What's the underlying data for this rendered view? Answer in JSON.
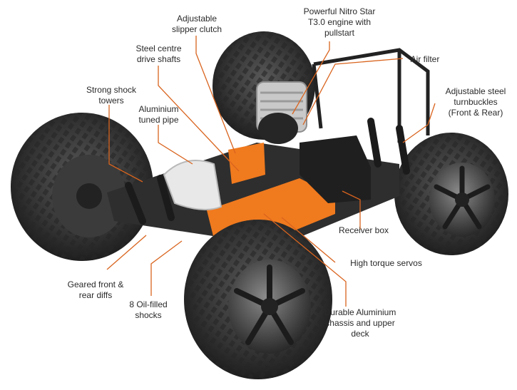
{
  "colors": {
    "leader": "#d9641e",
    "accent_orange": "#f07a1e",
    "tire": "#3a3a3a",
    "body_dark": "#2b2b2b",
    "aluminium": "#c9c9c9"
  },
  "labels": {
    "slipper_clutch": "Adjustable\nslipper clutch",
    "nitro_engine": "Powerful Nitro Star\nT3.0 engine with\npullstart",
    "drive_shafts": "Steel centre\ndrive shafts",
    "air_filter": "Air filter",
    "shock_towers": "Strong shock\ntowers",
    "tuned_pipe": "Aluminium\ntuned pipe",
    "turnbuckles": "Adjustable steel\nturnbuckles\n(Front & Rear)",
    "receiver_box": "Receiver box",
    "servos": "High torque servos",
    "diffs": "Geared front &\nrear diffs",
    "shocks": "8 Oil-filled\nshocks",
    "chassis": "Durable Aluminium\nchassis and upper\ndeck"
  }
}
